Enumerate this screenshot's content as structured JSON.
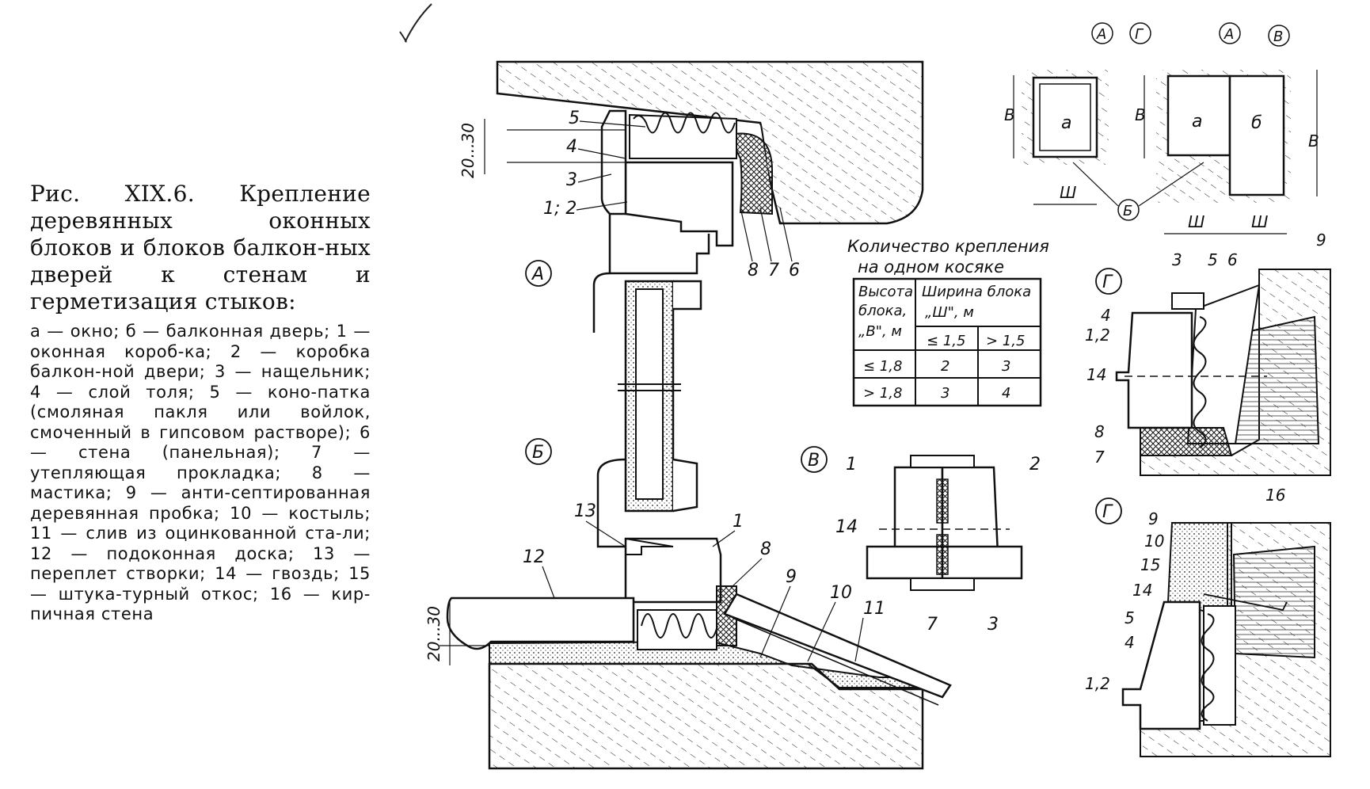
{
  "caption": {
    "title": "Рис. XIX.6. Крепление деревянных оконных блоков и блоков балкон-ных дверей к стенам и герметизация стыков:",
    "legend": "а — окно; б — балконная дверь; 1 — оконная короб-ка; 2 — коробка балкон-ной двери; 3 — нащельник; 4 — слой толя; 5 — коно-патка (смоляная пакля или войлок, смоченный в гипсовом растворе); 6 — стена (панельная); 7 — утепляющая прокладка; 8 — мастика; 9 — анти-септированная деревянная пробка; 10 — костыль; 11 — слив из оцинкованной ста-ли; 12 — подоконная доска; 13 — переплет створки; 14 — гвоздь; 15 — штука-турный откос; 16 — кир-пичная стена"
  },
  "table": {
    "title_line1": "Количество крепления",
    "title_line2": "на одном косяке",
    "header_height_l1": "Высота",
    "header_height_l2": "блока,",
    "header_height_l3": "„В\", м",
    "header_width_l1": "Ширина блока",
    "header_width_l2": "„Ш\", м",
    "sub_le": "≤ 1,5",
    "sub_gt": "> 1,5",
    "rows": [
      {
        "h": "≤ 1,8",
        "a": "2",
        "b": "3"
      },
      {
        "h": "> 1,8",
        "a": "3",
        "b": "4"
      }
    ]
  },
  "section_marks": {
    "A": "А",
    "B": "Б",
    "V": "В",
    "G": "Г"
  },
  "plan_labels": {
    "a": "а",
    "b": "б",
    "V": "В",
    "Sh": "Ш"
  },
  "dims": {
    "gap": "20...30"
  },
  "callouts": {
    "n1": "1",
    "n2": "2",
    "n3": "3",
    "n4": "4",
    "n5": "5",
    "n6": "6",
    "n7": "7",
    "n8": "8",
    "n9": "9",
    "n10": "10",
    "n11": "11",
    "n12": "12",
    "n13": "13",
    "n14": "14",
    "n15": "15",
    "n16": "16",
    "n12pair": "1; 2",
    "n1_2": "1,2"
  }
}
